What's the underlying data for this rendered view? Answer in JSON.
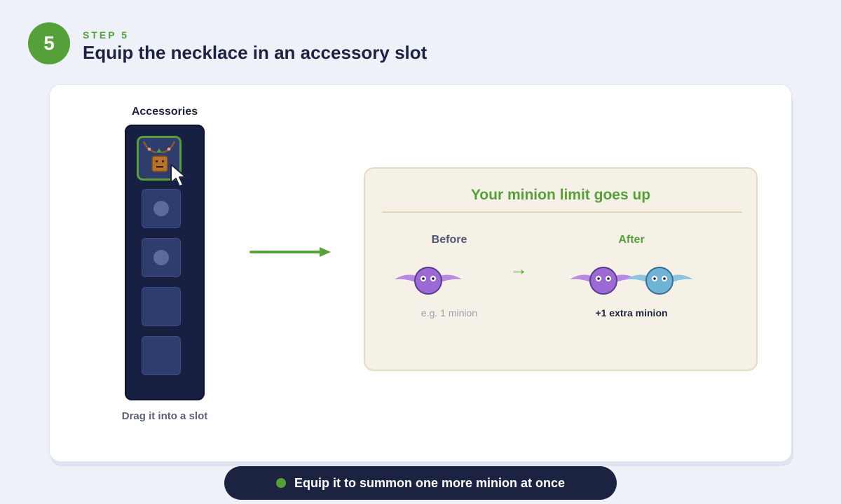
{
  "step": {
    "number": "5",
    "label": "STEP 5",
    "title": "Equip the necklace in an accessory slot"
  },
  "accessories": {
    "title": "Accessories",
    "hint": "Drag it into a slot",
    "slots": [
      {
        "content": "necklace",
        "highlighted": true
      },
      {
        "content": "gem"
      },
      {
        "content": "gem"
      },
      {
        "content": "empty"
      },
      {
        "content": "empty"
      }
    ]
  },
  "result": {
    "title": "Your minion limit goes up",
    "before_label": "Before",
    "after_label": "After",
    "before_note": "e.g. 1 minion",
    "after_note": "+1 extra minion",
    "arrow_glyph": "→"
  },
  "footer": {
    "text": "Equip it to summon one more minion at once"
  },
  "colors": {
    "accent_green": "#56a03a",
    "navy": "#1c2340",
    "minion_purple": "#9b6ad4",
    "minion_blue": "#6fb3d6"
  },
  "icons": [
    "necklace-icon",
    "cursor-icon",
    "arrow-right-icon",
    "minion-icon"
  ]
}
